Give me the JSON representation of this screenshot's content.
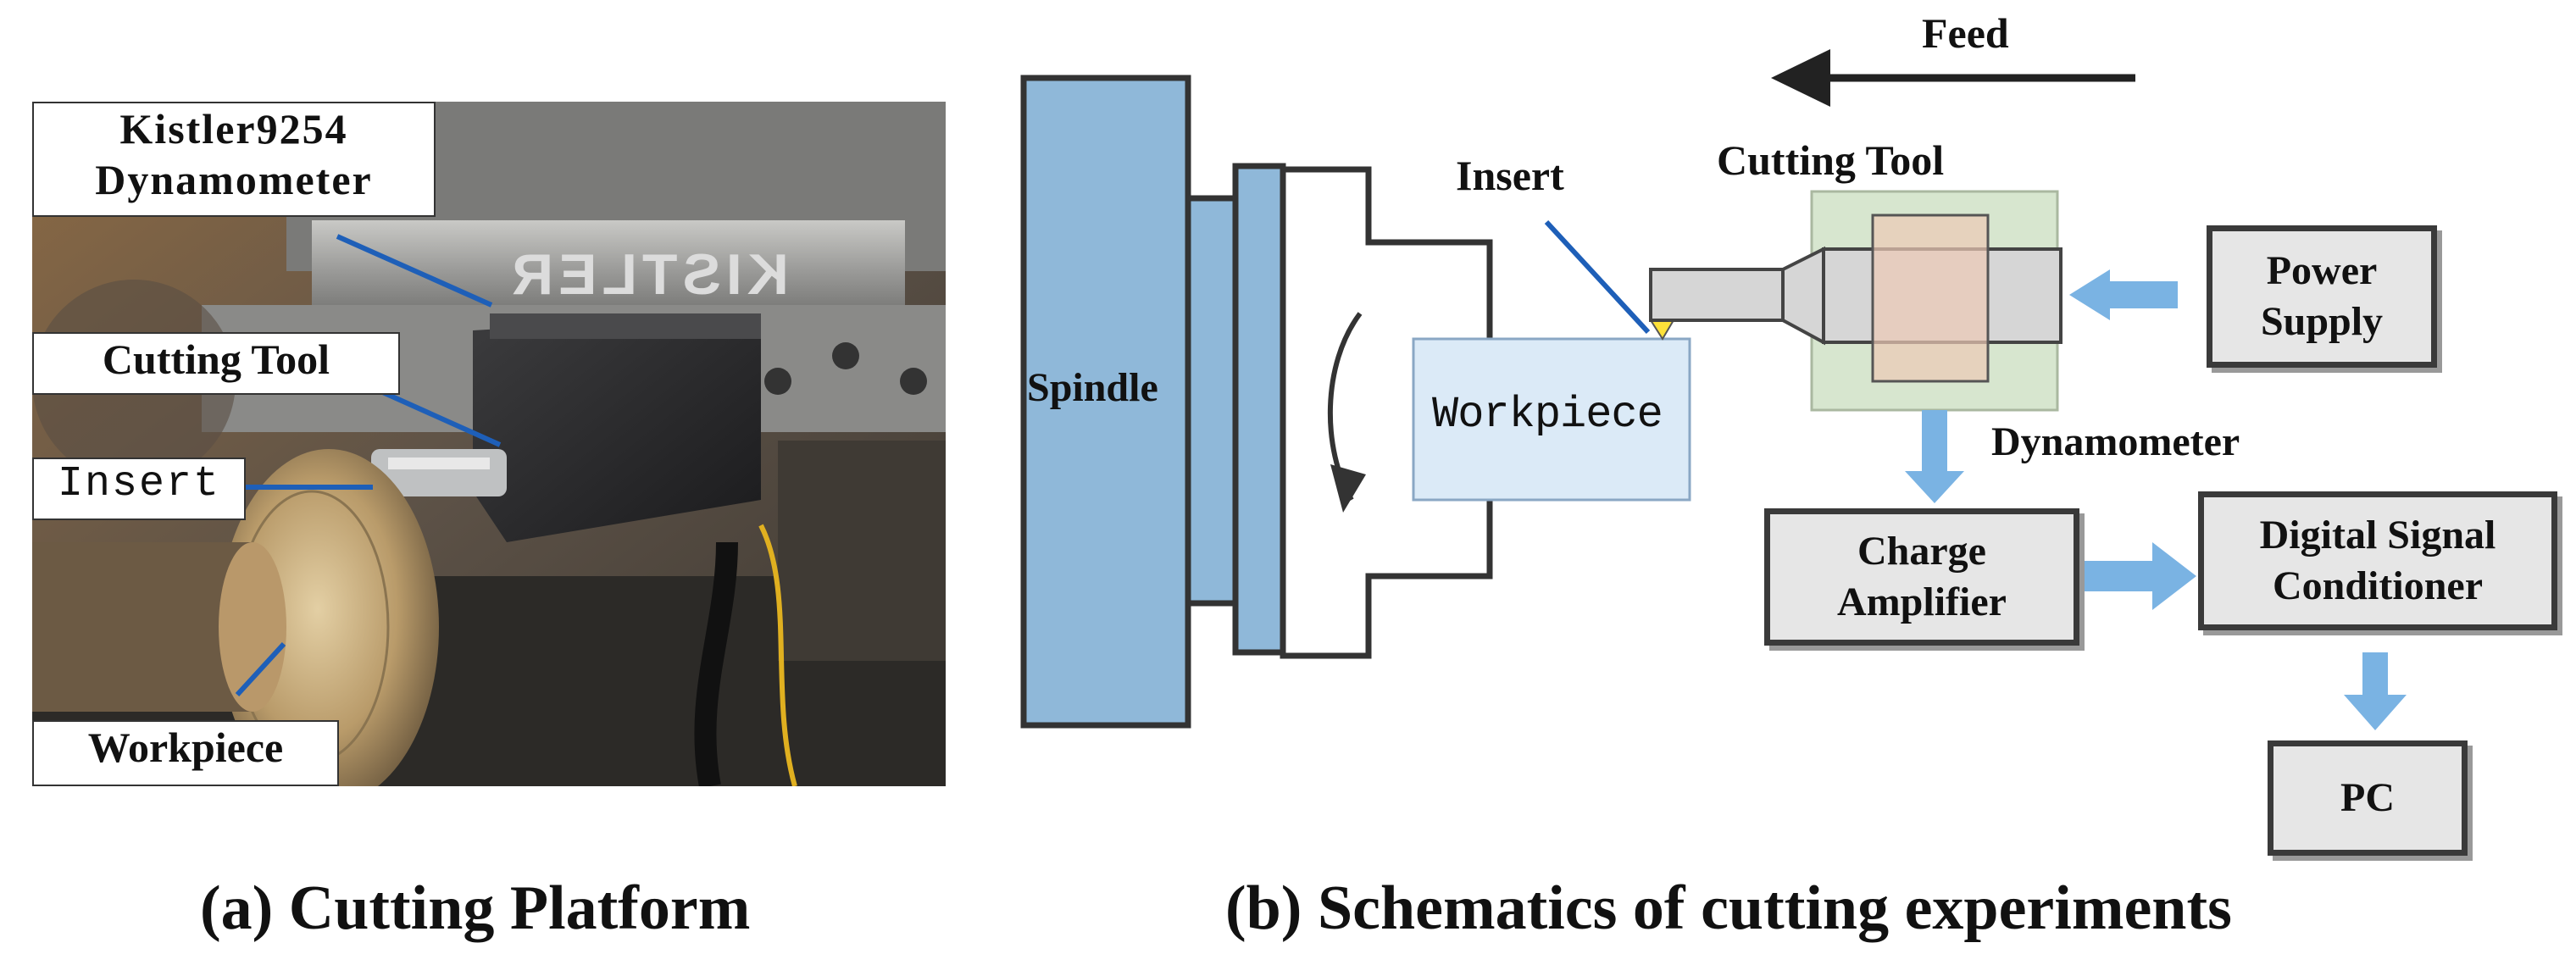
{
  "panel_a": {
    "caption": "(a) Cutting Platform",
    "labels": {
      "dynamometer": "Kistler9254\nDynamometer",
      "cutting_tool": "Cutting Tool",
      "insert": "Insert",
      "workpiece": "Workpiece"
    },
    "engraving": "KISTLER"
  },
  "panel_b": {
    "caption": "(b) Schematics of cutting experiments",
    "feed": "Feed",
    "spindle": "Spindle",
    "workpiece": "Workpiece",
    "insert": "Insert",
    "cutting_tool": "Cutting Tool",
    "dynamometer": "Dynamometer",
    "power_supply": "Power\nSupply",
    "charge_amplifier": "Charge\nAmplifier",
    "signal_conditioner": "Digital Signal\nConditioner",
    "pc": "PC"
  },
  "colors": {
    "spindle_blue": "#8fb8d9",
    "workpiece_fill": "#dbeaf7",
    "arrow_blue": "#7ab3e3",
    "callout_line": "#1e5fb8",
    "box_gray": "#e6e6e6"
  }
}
